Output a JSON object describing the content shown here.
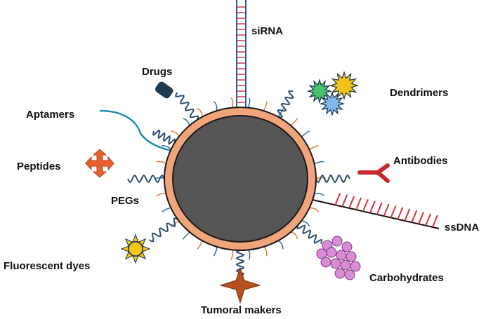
{
  "labels": {
    "sirna": "siRNA",
    "drugs": "Drugs",
    "dendrimers": "Dendrimers",
    "aptamers": "Aptamers",
    "peptides": "Peptides",
    "antibodies": "Antibodies",
    "pegs": "PEGs",
    "ssdna": "ssDNA",
    "fluorescent_dyes": "Fluorescent dyes",
    "carbohydrates": "Carbohydrates",
    "tumoral_makers": "Tumoral makers"
  },
  "colors": {
    "core": "#555555",
    "shell": "#F0A47A",
    "shell_edge": "#1a1a1a",
    "peg": "#2f4f70",
    "short_ligand_orange": "#E07A3A",
    "short_ligand_blue": "#2f6f9f",
    "sirna_strand": "#2a5d9f",
    "sirna_rung": "#e0404a",
    "aptamer": "#1f8fb0",
    "drug": "#1f3b52",
    "peptide": "#E8602C",
    "antibody": "#C8282E",
    "ssdna": "#D83040",
    "dye": "#F5C518",
    "carbohydrate": "#D98BD8",
    "tumoral_marker": "#B5501E",
    "dendrimer_green": "#4CC070",
    "dendrimer_yellow": "#F2C21A",
    "dendrimer_blue": "#7FB8E8"
  }
}
